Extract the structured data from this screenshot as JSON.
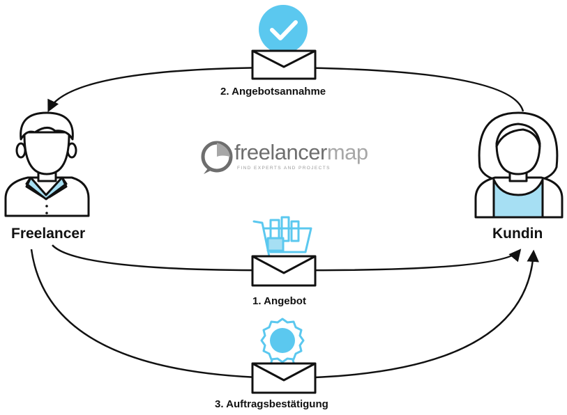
{
  "actors": {
    "freelancer": "Freelancer",
    "kundin": "Kundin"
  },
  "steps": [
    {
      "label": "2. Angebotsannahme",
      "icon": "check-badge-icon"
    },
    {
      "label": "1. Angebot",
      "icon": "shopping-cart-icon"
    },
    {
      "label": "3. Auftragsbestätigung",
      "icon": "award-rosette-icon"
    }
  ],
  "logo": {
    "word_dark": "freelancer",
    "word_light": "map",
    "tagline": "FIND EXPERTS AND PROJECTS"
  },
  "colors": {
    "accent": "#5bc8ef",
    "accent_light": "#a6dff3",
    "line": "#111111",
    "logo_gray": "#6e6e6e"
  }
}
